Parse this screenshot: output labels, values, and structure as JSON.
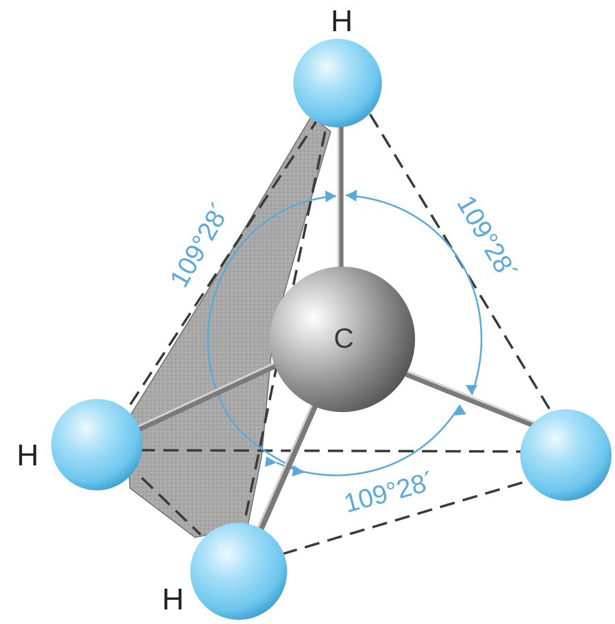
{
  "atoms": {
    "carbon": {
      "label": "C"
    },
    "hydrogen_top": {
      "label": "H"
    },
    "hydrogen_left": {
      "label": "H"
    },
    "hydrogen_right": {
      "label": ""
    },
    "hydrogen_bottom": {
      "label": "H"
    }
  },
  "angles": {
    "left": "109°28´",
    "right": "109°28´",
    "bottom": "109°28´"
  },
  "colors": {
    "hydrogen": "#6cc6ee",
    "carbon": "#8f8f8f",
    "angle_annotation": "#5aa9d9",
    "shaded_face": "#a9a9a9",
    "edges": "#3a3a3a"
  }
}
